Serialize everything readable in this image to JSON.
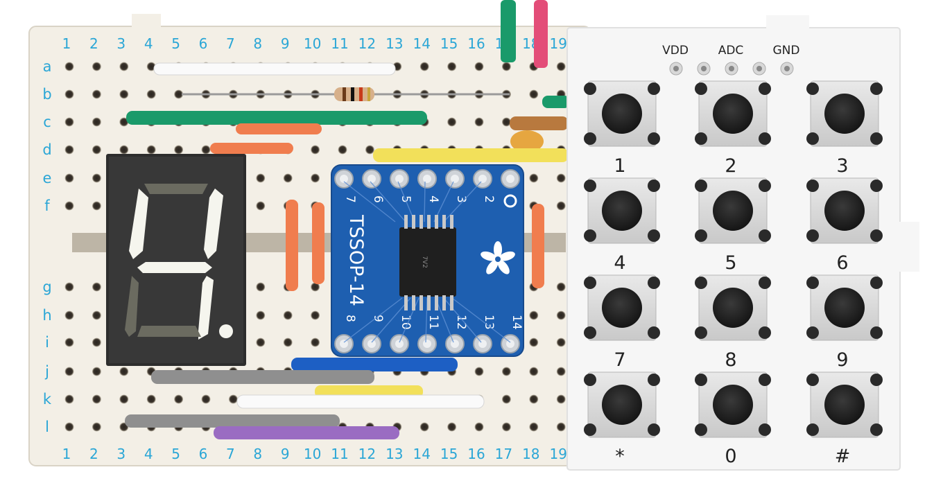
{
  "breadboard": {
    "column_numbers": [
      "1",
      "2",
      "3",
      "4",
      "5",
      "6",
      "7",
      "8",
      "9",
      "10",
      "11",
      "12",
      "13",
      "14",
      "15",
      "16",
      "17",
      "18",
      "19"
    ],
    "row_letters_top": [
      "a",
      "b",
      "c",
      "d",
      "e",
      "f"
    ],
    "row_letters_bottom": [
      "g",
      "h",
      "i",
      "j",
      "k",
      "l"
    ],
    "label_color": "#2aa6d6",
    "board_color": "#f3efe6"
  },
  "seven_segment": {
    "digit_shown": "4"
  },
  "ic_breakout": {
    "name": "TSSOP-14",
    "pins_top": [
      "7",
      "6",
      "5",
      "4",
      "3",
      "2",
      "1"
    ],
    "pins_bottom": [
      "8",
      "9",
      "10",
      "11",
      "12",
      "13",
      "14"
    ],
    "board_color": "#1e5fb0"
  },
  "keypad": {
    "header_labels": [
      "VDD",
      "ADC",
      "GND"
    ],
    "keys": [
      "1",
      "2",
      "3",
      "4",
      "5",
      "6",
      "7",
      "8",
      "9",
      "*",
      "0",
      "#"
    ]
  }
}
